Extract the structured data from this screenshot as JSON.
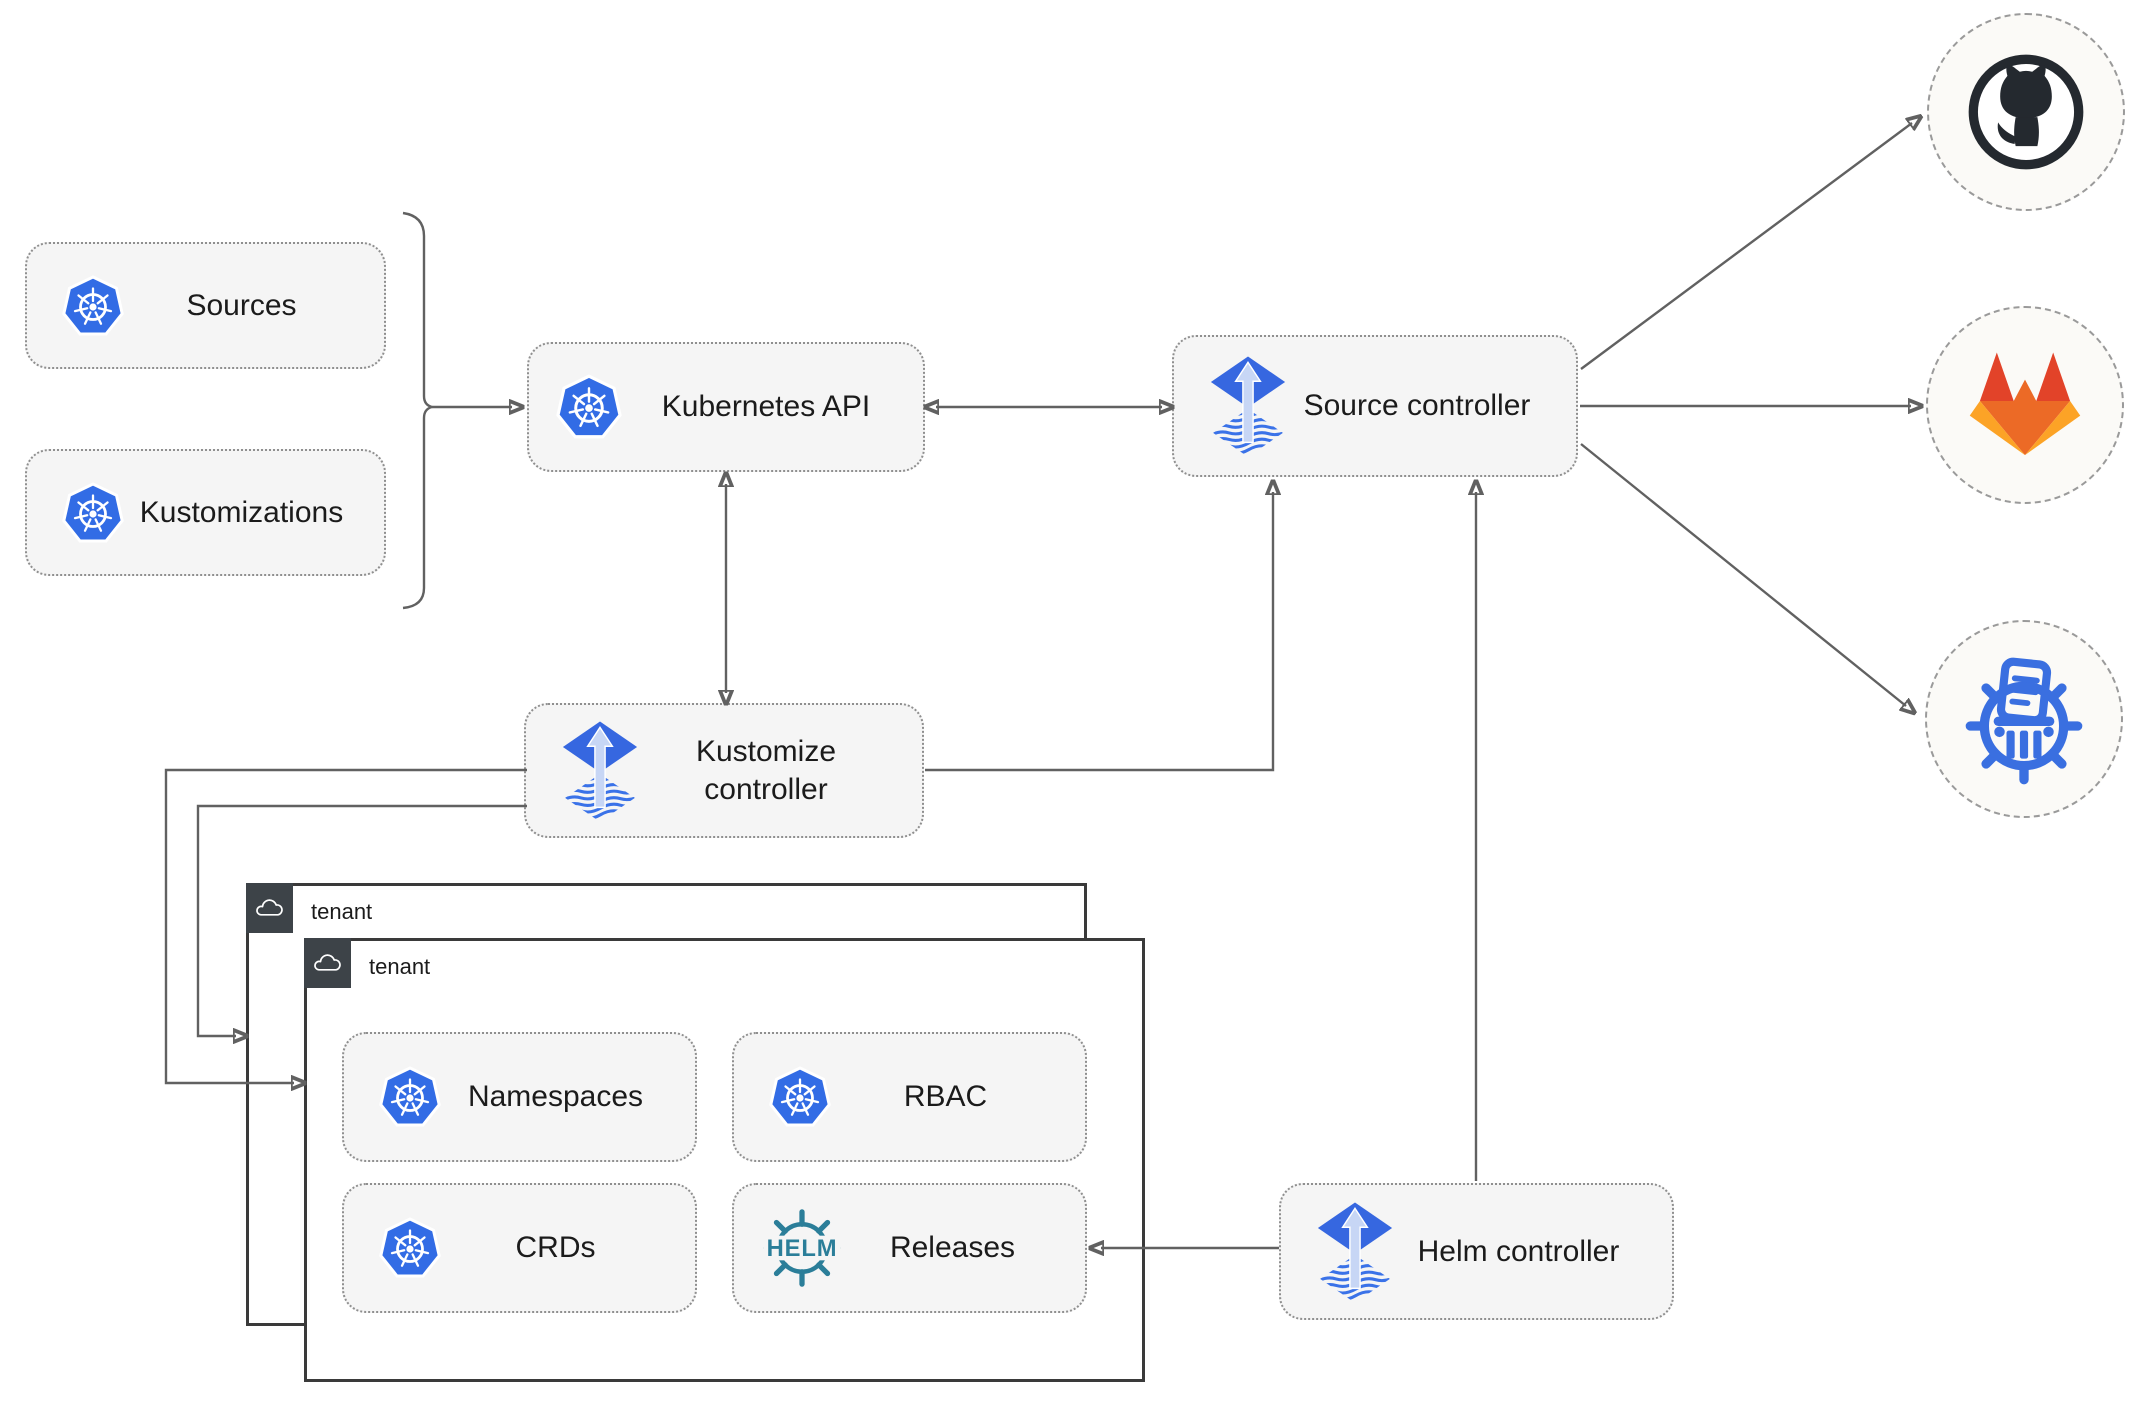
{
  "nodes": {
    "sources": {
      "label": "Sources",
      "icon": "kubernetes-icon"
    },
    "kustomizations": {
      "label": "Kustomizations",
      "icon": "kubernetes-icon"
    },
    "kubernetes_api": {
      "label": "Kubernetes API",
      "icon": "kubernetes-icon"
    },
    "source_controller": {
      "label": "Source controller",
      "icon": "flux-icon"
    },
    "kustomize_controller": {
      "label": "Kustomize controller",
      "icon": "flux-icon"
    },
    "helm_controller": {
      "label": "Helm controller",
      "icon": "flux-icon"
    },
    "tenant_back": {
      "label": "tenant",
      "icon": "cloud-icon"
    },
    "tenant_front": {
      "label": "tenant",
      "icon": "cloud-icon"
    },
    "namespaces": {
      "label": "Namespaces",
      "icon": "kubernetes-icon"
    },
    "rbac": {
      "label": "RBAC",
      "icon": "kubernetes-icon"
    },
    "crds": {
      "label": "CRDs",
      "icon": "kubernetes-icon"
    },
    "releases": {
      "label": "Releases",
      "icon": "helm-icon"
    },
    "github": {
      "icon": "github-icon"
    },
    "gitlab": {
      "icon": "gitlab-icon"
    },
    "chartmuseum": {
      "icon": "chartmuseum-icon"
    },
    "helm_logo_text": "HELM"
  },
  "edges": [
    {
      "from": "sources+kustomizations-bracket",
      "to": "kubernetes_api",
      "style": "arrow"
    },
    {
      "from": "kubernetes_api",
      "to": "source_controller",
      "style": "double-arrow"
    },
    {
      "from": "kubernetes_api",
      "to": "kustomize_controller",
      "style": "double-arrow"
    },
    {
      "from": "kustomize_controller",
      "to": "source_controller",
      "style": "arrow"
    },
    {
      "from": "kustomize_controller",
      "to": "tenant_front",
      "style": "arrow"
    },
    {
      "from": "kustomize_controller",
      "to": "tenant_back",
      "style": "arrow"
    },
    {
      "from": "helm_controller",
      "to": "source_controller",
      "style": "arrow"
    },
    {
      "from": "helm_controller",
      "to": "releases",
      "style": "arrow"
    },
    {
      "from": "source_controller",
      "to": "github",
      "style": "arrow"
    },
    {
      "from": "source_controller",
      "to": "gitlab",
      "style": "arrow"
    },
    {
      "from": "source_controller",
      "to": "chartmuseum",
      "style": "arrow"
    }
  ],
  "colors": {
    "kubernetes_blue": "#326ce5",
    "flux_blue": "#3667e0",
    "flux_arrow": "#c7d6f5",
    "flux_stripe": "#3a72e8",
    "helm_teal": "#2b7e99",
    "github_dark": "#24292f",
    "gitlab_red": "#e24329",
    "gitlab_orange": "#ec6a26",
    "gitlab_light": "#fca326",
    "chartmuseum_blue": "#3a6fe0",
    "connector": "#616161",
    "node_fill": "#f5f5f5",
    "node_border": "#8f8f8f",
    "tenant_border": "#3a3a3a",
    "tenant_tab": "#3d4348",
    "text": "#1b1b1b"
  }
}
